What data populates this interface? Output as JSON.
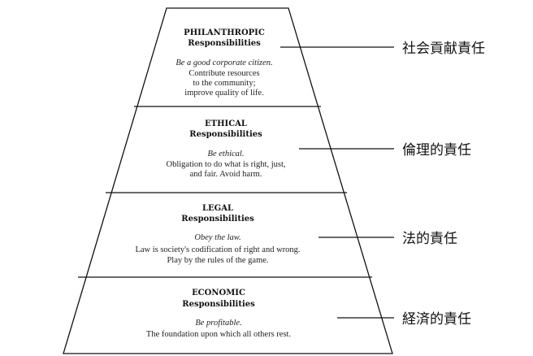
{
  "levels": [
    {
      "title": "PHILANTHROPIC",
      "subtitle": "Responsibilities",
      "motto": "Be a good corporate citizen.",
      "lines": [
        "Contribute resources",
        "to the community;",
        "improve quality of life."
      ],
      "label_jp": "社会貢献責任"
    },
    {
      "title": "ETHICAL",
      "subtitle": "Responsibilities",
      "motto": "Be ethical.",
      "lines": [
        "Obligation to do what is right, just,",
        "and fair. Avoid harm."
      ],
      "label_jp": "倫理的責任"
    },
    {
      "title": "LEGAL",
      "subtitle": "Responsibilities",
      "motto": "Obey the law.",
      "lines": [
        "Law is society's codification of right and wrong.",
        "Play by the rules of the game."
      ],
      "label_jp": "法的責任"
    },
    {
      "title": "ECONOMIC",
      "subtitle": "Responsibilities",
      "motto": "Be profitable.",
      "lines": [
        "The foundation upon which all others rest."
      ],
      "label_jp": "経済的責任"
    }
  ]
}
